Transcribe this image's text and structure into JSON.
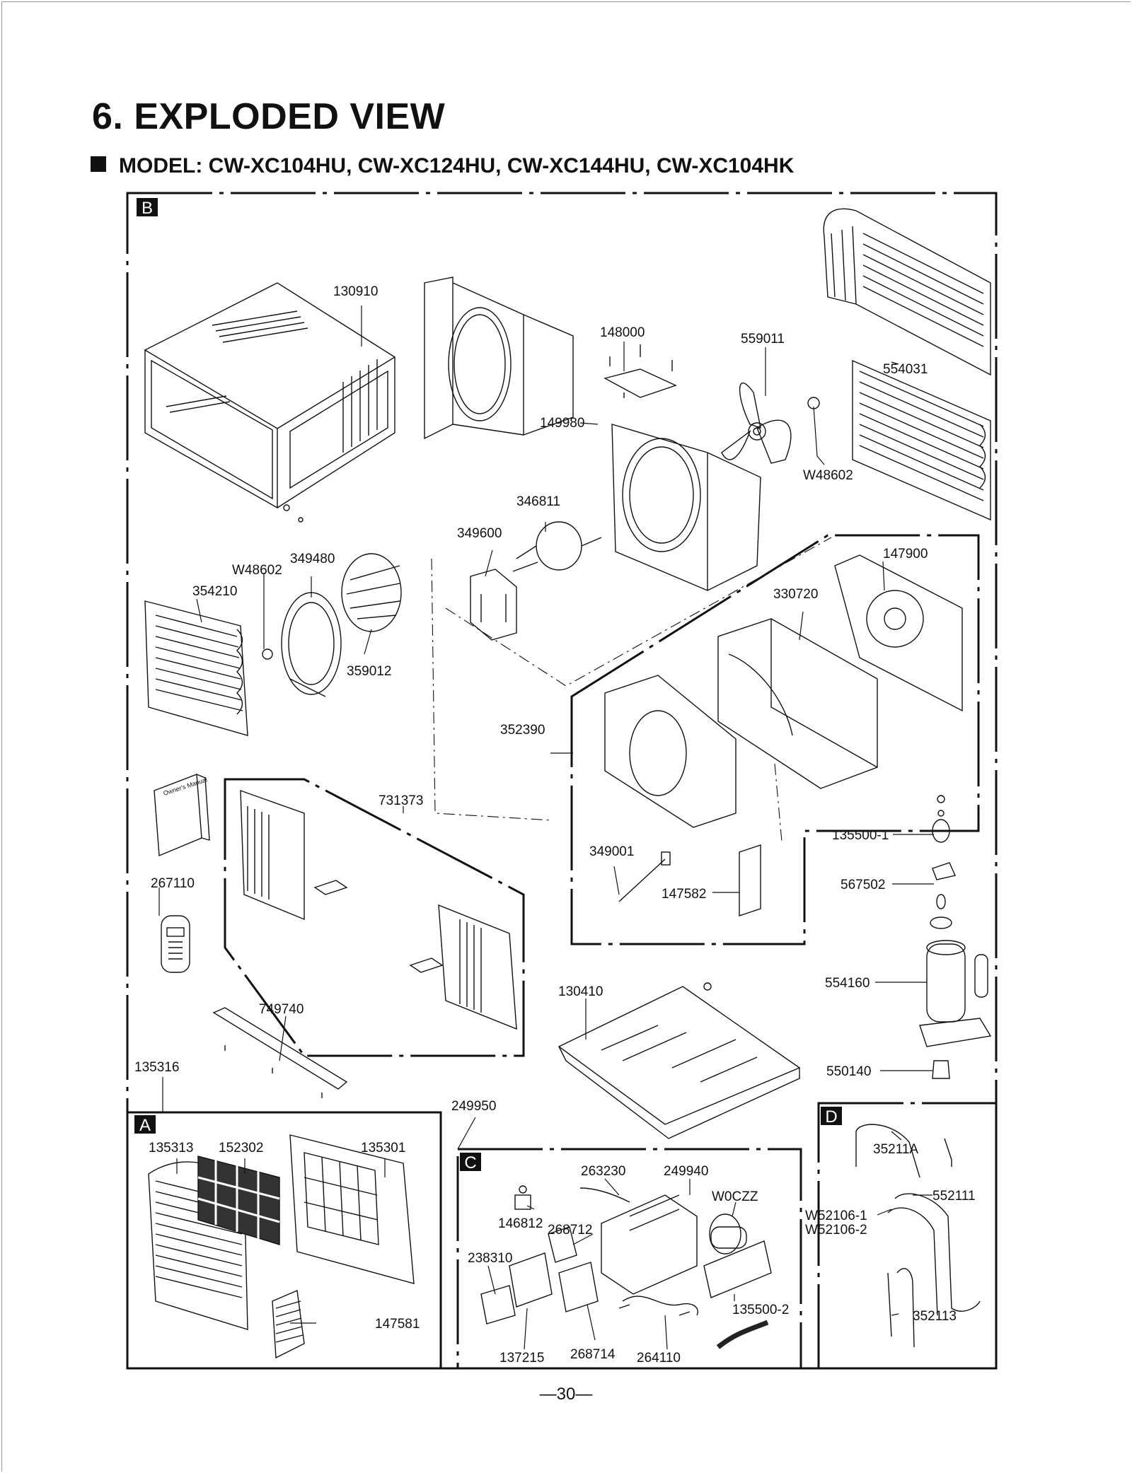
{
  "title": "6. EXPLODED VIEW",
  "model_line": "MODEL: CW-XC104HU, CW-XC124HU, CW-XC144HU, CW-XC104HK",
  "page_number": "—30—",
  "sections": {
    "A": "A",
    "B": "B",
    "C": "C",
    "D": "D"
  },
  "manual_cover_text": "Owner's Manual",
  "parts": {
    "p130910": "130910",
    "p148000": "148000",
    "p559011": "559011",
    "p554031": "554031",
    "p149980": "149980",
    "pW48602_a": "W48602",
    "p346811": "346811",
    "p349600": "349600",
    "pW48602_b": "W48602",
    "p349480": "349480",
    "p354210": "354210",
    "p359012": "359012",
    "p147900": "147900",
    "p330720": "330720",
    "p352390": "352390",
    "p731373": "731373",
    "p349001": "349001",
    "p147582": "147582",
    "p135500_1": "135500-1",
    "p567502": "567502",
    "p267110": "267110",
    "p554160": "554160",
    "p130410": "130410",
    "p749740": "749740",
    "p550140": "550140",
    "p135316": "135316",
    "p249950": "249950",
    "p135313": "135313",
    "p152302": "152302",
    "p135301": "135301",
    "p263230": "263230",
    "p249940": "249940",
    "pW0CZZ": "W0CZZ",
    "p146812": "146812",
    "p268712": "268712",
    "p238310": "238310",
    "p135500_2": "135500-2",
    "p147581": "147581",
    "p137215": "137215",
    "p268714": "268714",
    "p264110": "264110",
    "p35211A": "35211A",
    "p552111": "552111",
    "pW52106_1": "W52106-1",
    "pW52106_2": "W52106-2",
    "p352113": "352113"
  }
}
